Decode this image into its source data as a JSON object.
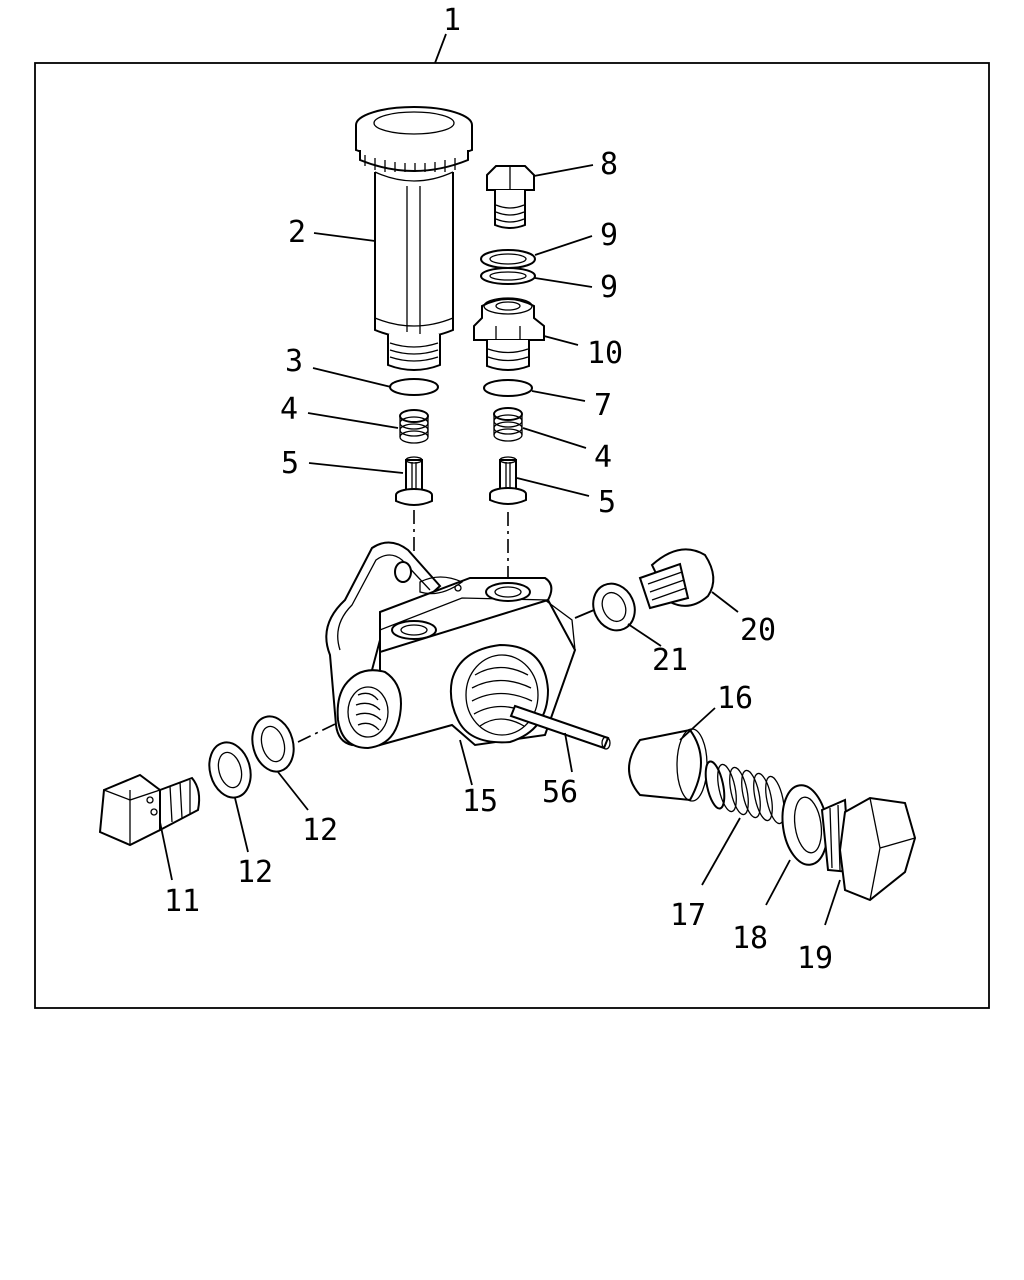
{
  "labels": {
    "assembly": "1",
    "priming_pump": "2",
    "o_ring_left": "3",
    "spring_left": "4",
    "valve_left": "5",
    "spring_right": "4",
    "valve_right": "5",
    "seal_7": "7",
    "plug_8": "8",
    "gasket_9a": "9",
    "gasket_9b": "9",
    "valve_seat_10": "10",
    "eye_bolt_11": "11",
    "washer_12a": "12",
    "washer_12b": "12",
    "pump_body_15": "15",
    "piston_16": "16",
    "spring_17": "17",
    "gasket_18": "18",
    "plug_19": "19",
    "plug_20": "20",
    "gasket_21": "21",
    "pin_56": "56"
  }
}
